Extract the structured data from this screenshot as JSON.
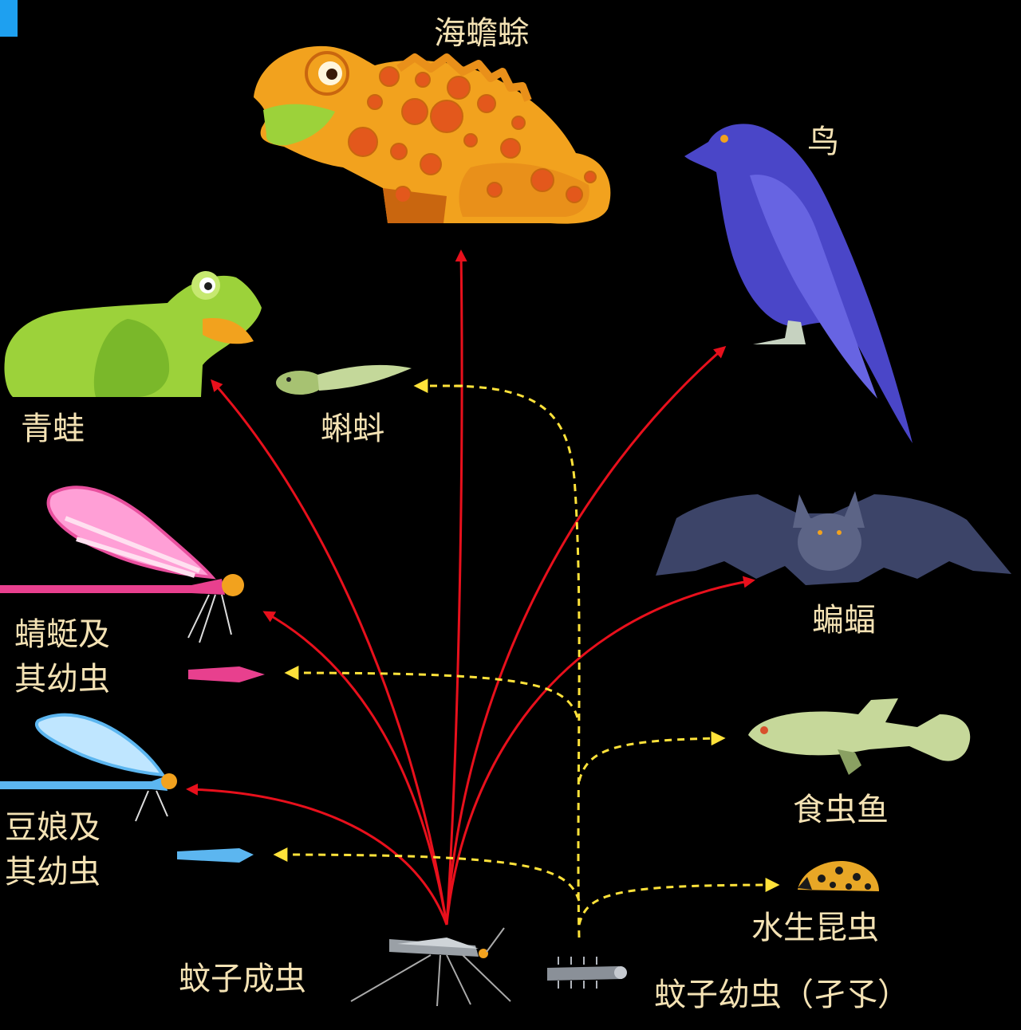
{
  "labels": {
    "sea_toad": "海蟾蜍",
    "bird": "鸟",
    "frog": "青蛙",
    "tadpole": "蝌蚪",
    "bat": "蝙蝠",
    "dragonfly": "蜻蜓及\n其幼虫",
    "damselfly": "豆娘及\n其幼虫",
    "insectivorous_fish": "食虫鱼",
    "aquatic_insect": "水生昆虫",
    "adult_mosquito": "蚊子成虫",
    "mosquito_larva": "蚊子幼虫（孑孓）"
  },
  "colors": {
    "background": "#000000",
    "label_text": "#f4e2b4",
    "adult_predation_arrow": "#e8101c",
    "larva_predation_arrow": "#ffe23a",
    "corner_tab": "#1ea0f0"
  },
  "arrow_legend": {
    "solid_red": "adult_mosquito",
    "dashed_yellow": "mosquito_larva"
  }
}
